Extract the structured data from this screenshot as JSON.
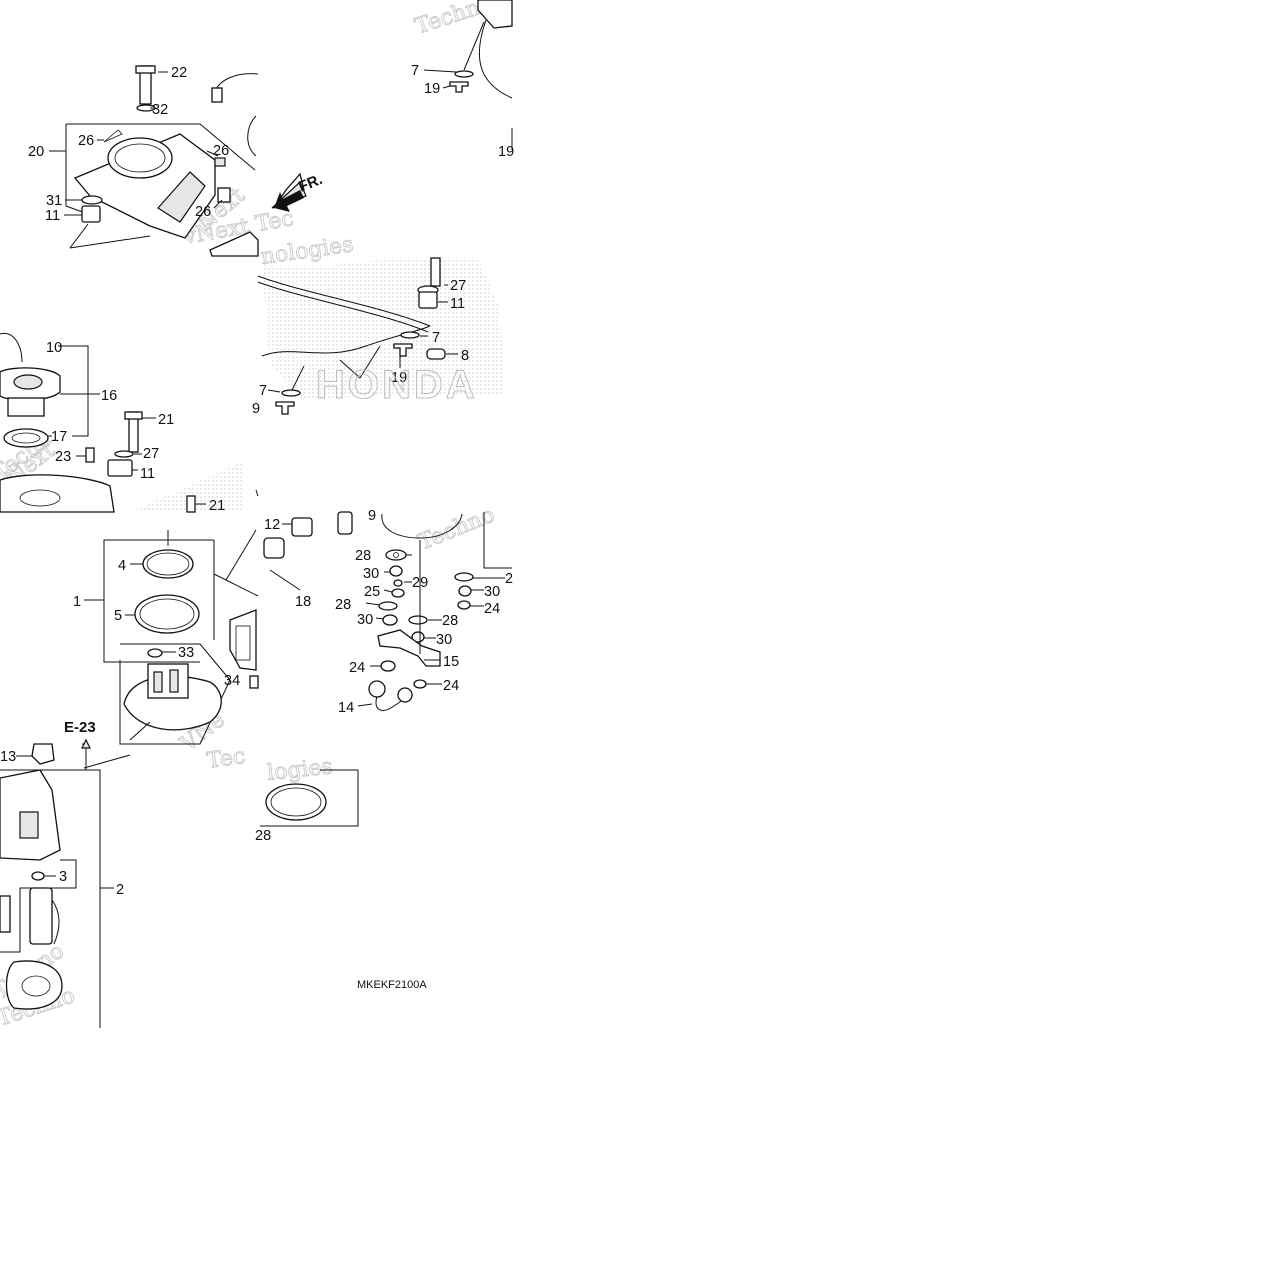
{
  "diagram": {
    "code": "MKEKF2100A",
    "reference": "E-23",
    "direction_label": "FR.",
    "brand_watermark": "HONDA",
    "watermark_fragments": [
      "Techn",
      "Next",
      "vNext Tec",
      "nologies",
      "Techno",
      "VNe",
      "Tec",
      "logies",
      "Techn",
      "Next",
      "nologies",
      "Techno",
      "Techno"
    ],
    "callouts": [
      "22",
      "32",
      "26",
      "20",
      "26",
      "31",
      "11",
      "26",
      "7",
      "19",
      "19",
      "27",
      "11",
      "7",
      "8",
      "19",
      "7",
      "9",
      "10",
      "16",
      "17",
      "21",
      "23",
      "27",
      "11",
      "21",
      "12",
      "9",
      "28",
      "30",
      "29",
      "25",
      "28",
      "30",
      "28",
      "30",
      "24",
      "15",
      "24",
      "14",
      "18",
      "4",
      "1",
      "5",
      "33",
      "34",
      "13",
      "3",
      "2",
      "28",
      "2",
      "30",
      "24"
    ]
  }
}
